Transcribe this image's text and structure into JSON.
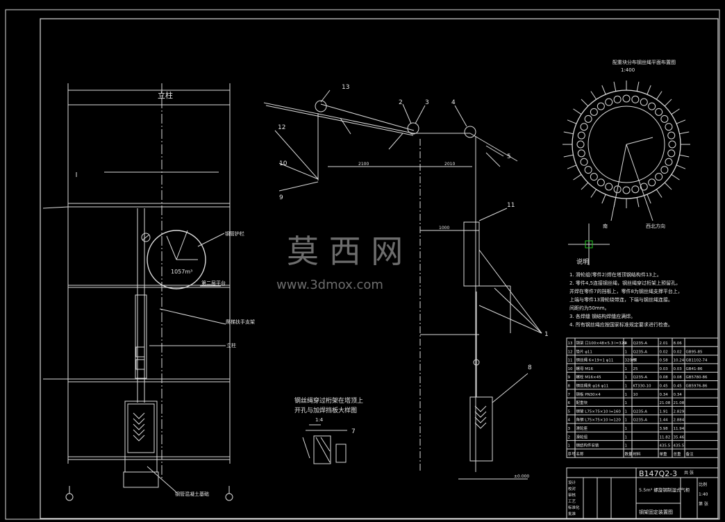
{
  "drawing": {
    "code": "B147Q2-3",
    "title_line1": "5.5m³ 螺旋钢制湿式气柜",
    "title_line2": "钢架固定装置图",
    "scale_plan": "1:400",
    "scale_detail": "1:4"
  },
  "watermark": {
    "cn": "莫 西 网",
    "en": "www.3dmox.com"
  },
  "elevation": {
    "volume_label": "1057m³",
    "callouts": [
      "钢管护栏",
      "第二层平台",
      "爬梯扶手支架",
      "立柱",
      "钢管混凝土基础"
    ],
    "top_mark": "立柱"
  },
  "pulley_view": {
    "labels": [
      "13",
      "2",
      "3",
      "4",
      "5",
      "9",
      "10",
      "12",
      "11",
      "8",
      "7",
      "1"
    ],
    "dims": [
      "2100",
      "2010",
      "1000"
    ],
    "ground_label": "±0.000"
  },
  "detail": {
    "title_line1": "钢丝绳穿过桁架在塔顶上",
    "title_line2": "开孔与加焊挡板大样图",
    "scale": "1:4",
    "label_7": "7"
  },
  "plan_view": {
    "title": "配重块分布钢丝绳平面布置图",
    "scale": "1:400",
    "south_label": "南",
    "north_label": "西北方向"
  },
  "notes": {
    "heading": "说明",
    "items": [
      "1. 滑轮组(零件2)焊在塔顶钢结构件13上。",
      "2. 零件4,5连接钢丝绳，钢丝绳穿过桁架上预留孔，",
      "   并焊在零件7的挡板上，零件8为钢丝绳支撑平台上，",
      "   上端与零件13滑轮绕带连，下端与钢丝绳连接。",
      "   间距约为50mm。",
      "3. 各焊缝 钢结构焊缝应满焊。",
      "4. 所有钢丝绳应按国家标准规定要求进行检查。"
    ]
  },
  "bom": {
    "headers": [
      "序号",
      "名称",
      "数量",
      "材料",
      "单重",
      "总重",
      "备注"
    ],
    "rows": [
      [
        "13",
        "钢架 口100×48×5.3 l=320",
        "4",
        "Q235-A",
        "2.01",
        "8.06",
        ""
      ],
      [
        "12",
        "垫片 φ11",
        "1",
        "Q235-A",
        "0.02",
        "0.02",
        "GB95-85"
      ],
      [
        "11",
        "钢丝绳 6×19+1 φ11",
        "320m",
        "钢",
        "0.58",
        "10.24",
        "GB1102-74"
      ],
      [
        "10",
        "螺母 M16",
        "1",
        "25",
        "0.03",
        "0.03",
        "GB41-86"
      ],
      [
        "9",
        "螺栓 M16×45",
        "1",
        "Q235-A",
        "0.08",
        "0.08",
        "GB5780-86"
      ],
      [
        "8",
        "钢丝绳夹 φ16 φ11",
        "1",
        "KT330-10",
        "0.45",
        "0.45",
        "GB5976-86"
      ],
      [
        "7",
        "钢板 PN30×4",
        "1",
        "10",
        "0.34",
        "0.34",
        ""
      ],
      [
        "6",
        "配重块",
        "1",
        "",
        "21.08",
        "21.08",
        ""
      ],
      [
        "5",
        "钢管 L75×75×10 l=160",
        "1",
        "Q235-A",
        "1.91",
        "2.829",
        ""
      ],
      [
        "4",
        "角钢 L75×75×10 l=120",
        "1",
        "Q235-A",
        "1.44",
        "2.884",
        ""
      ],
      [
        "3",
        "滑轮座",
        "1",
        "",
        "3.98",
        "11.94",
        ""
      ],
      [
        "2",
        "滑轮组",
        "1",
        "",
        "11.82",
        "35.46",
        ""
      ],
      [
        "1",
        "钢结构件安装",
        "1",
        "",
        "435.5",
        "435.5",
        ""
      ]
    ]
  },
  "title_block": {
    "left_rows": [
      "设计",
      "校对",
      "审核",
      "工艺",
      "标准化",
      "批准"
    ],
    "right_rows": [
      "比例",
      "1:40",
      "第 张"
    ],
    "sheet": "共 张"
  }
}
